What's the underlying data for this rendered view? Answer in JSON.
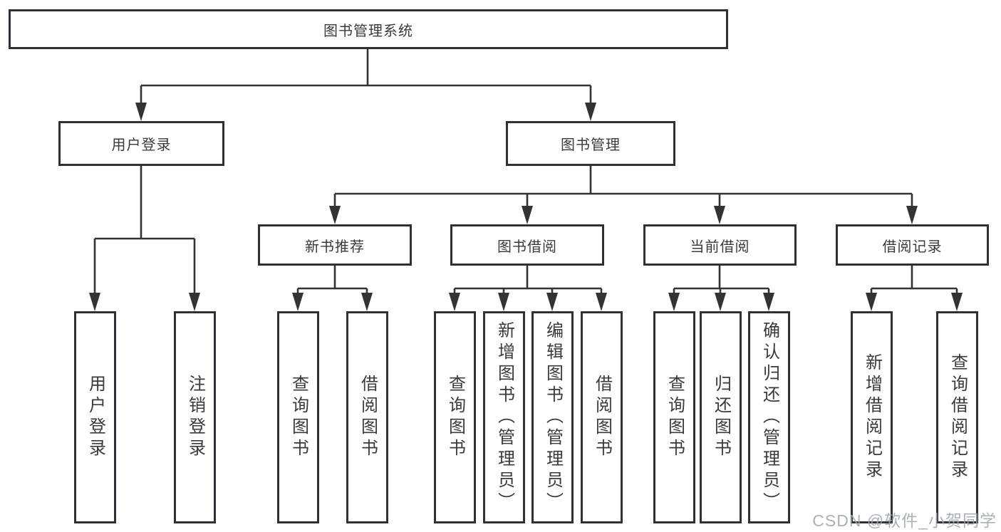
{
  "diagram": {
    "type": "tree",
    "root": {
      "label": "图书管理系统"
    },
    "level2": [
      {
        "label": "用户登录"
      },
      {
        "label": "图书管理"
      }
    ],
    "level3": [
      {
        "label": "新书推荐",
        "parent": "图书管理"
      },
      {
        "label": "图书借阅",
        "parent": "图书管理"
      },
      {
        "label": "当前借阅",
        "parent": "图书管理"
      },
      {
        "label": "借阅记录",
        "parent": "图书管理"
      }
    ],
    "leaves": [
      {
        "label": "用户登录",
        "parent": "用户登录"
      },
      {
        "label": "注销登录",
        "parent": "用户登录"
      },
      {
        "label": "查询图书",
        "parent": "新书推荐"
      },
      {
        "label": "借阅图书",
        "parent": "新书推荐"
      },
      {
        "label": "查询图书",
        "parent": "图书借阅"
      },
      {
        "label": "新增图书（管理员）",
        "parent": "图书借阅"
      },
      {
        "label": "编辑图书（管理员）",
        "parent": "图书借阅"
      },
      {
        "label": "借阅图书",
        "parent": "图书借阅"
      },
      {
        "label": "查询图书",
        "parent": "当前借阅"
      },
      {
        "label": "归还图书",
        "parent": "当前借阅"
      },
      {
        "label": "确认归还（管理员）",
        "parent": "当前借阅"
      },
      {
        "label": "新增借阅记录",
        "parent": "借阅记录"
      },
      {
        "label": "查询借阅记录",
        "parent": "借阅记录"
      }
    ]
  },
  "watermark": {
    "text": "CSDN @软件_小贺同学"
  },
  "colors": {
    "line": "#333333",
    "box_border": "#2f3136",
    "text": "#3a3a3a",
    "watermark": "#9ea3ad",
    "background": "#ffffff"
  }
}
